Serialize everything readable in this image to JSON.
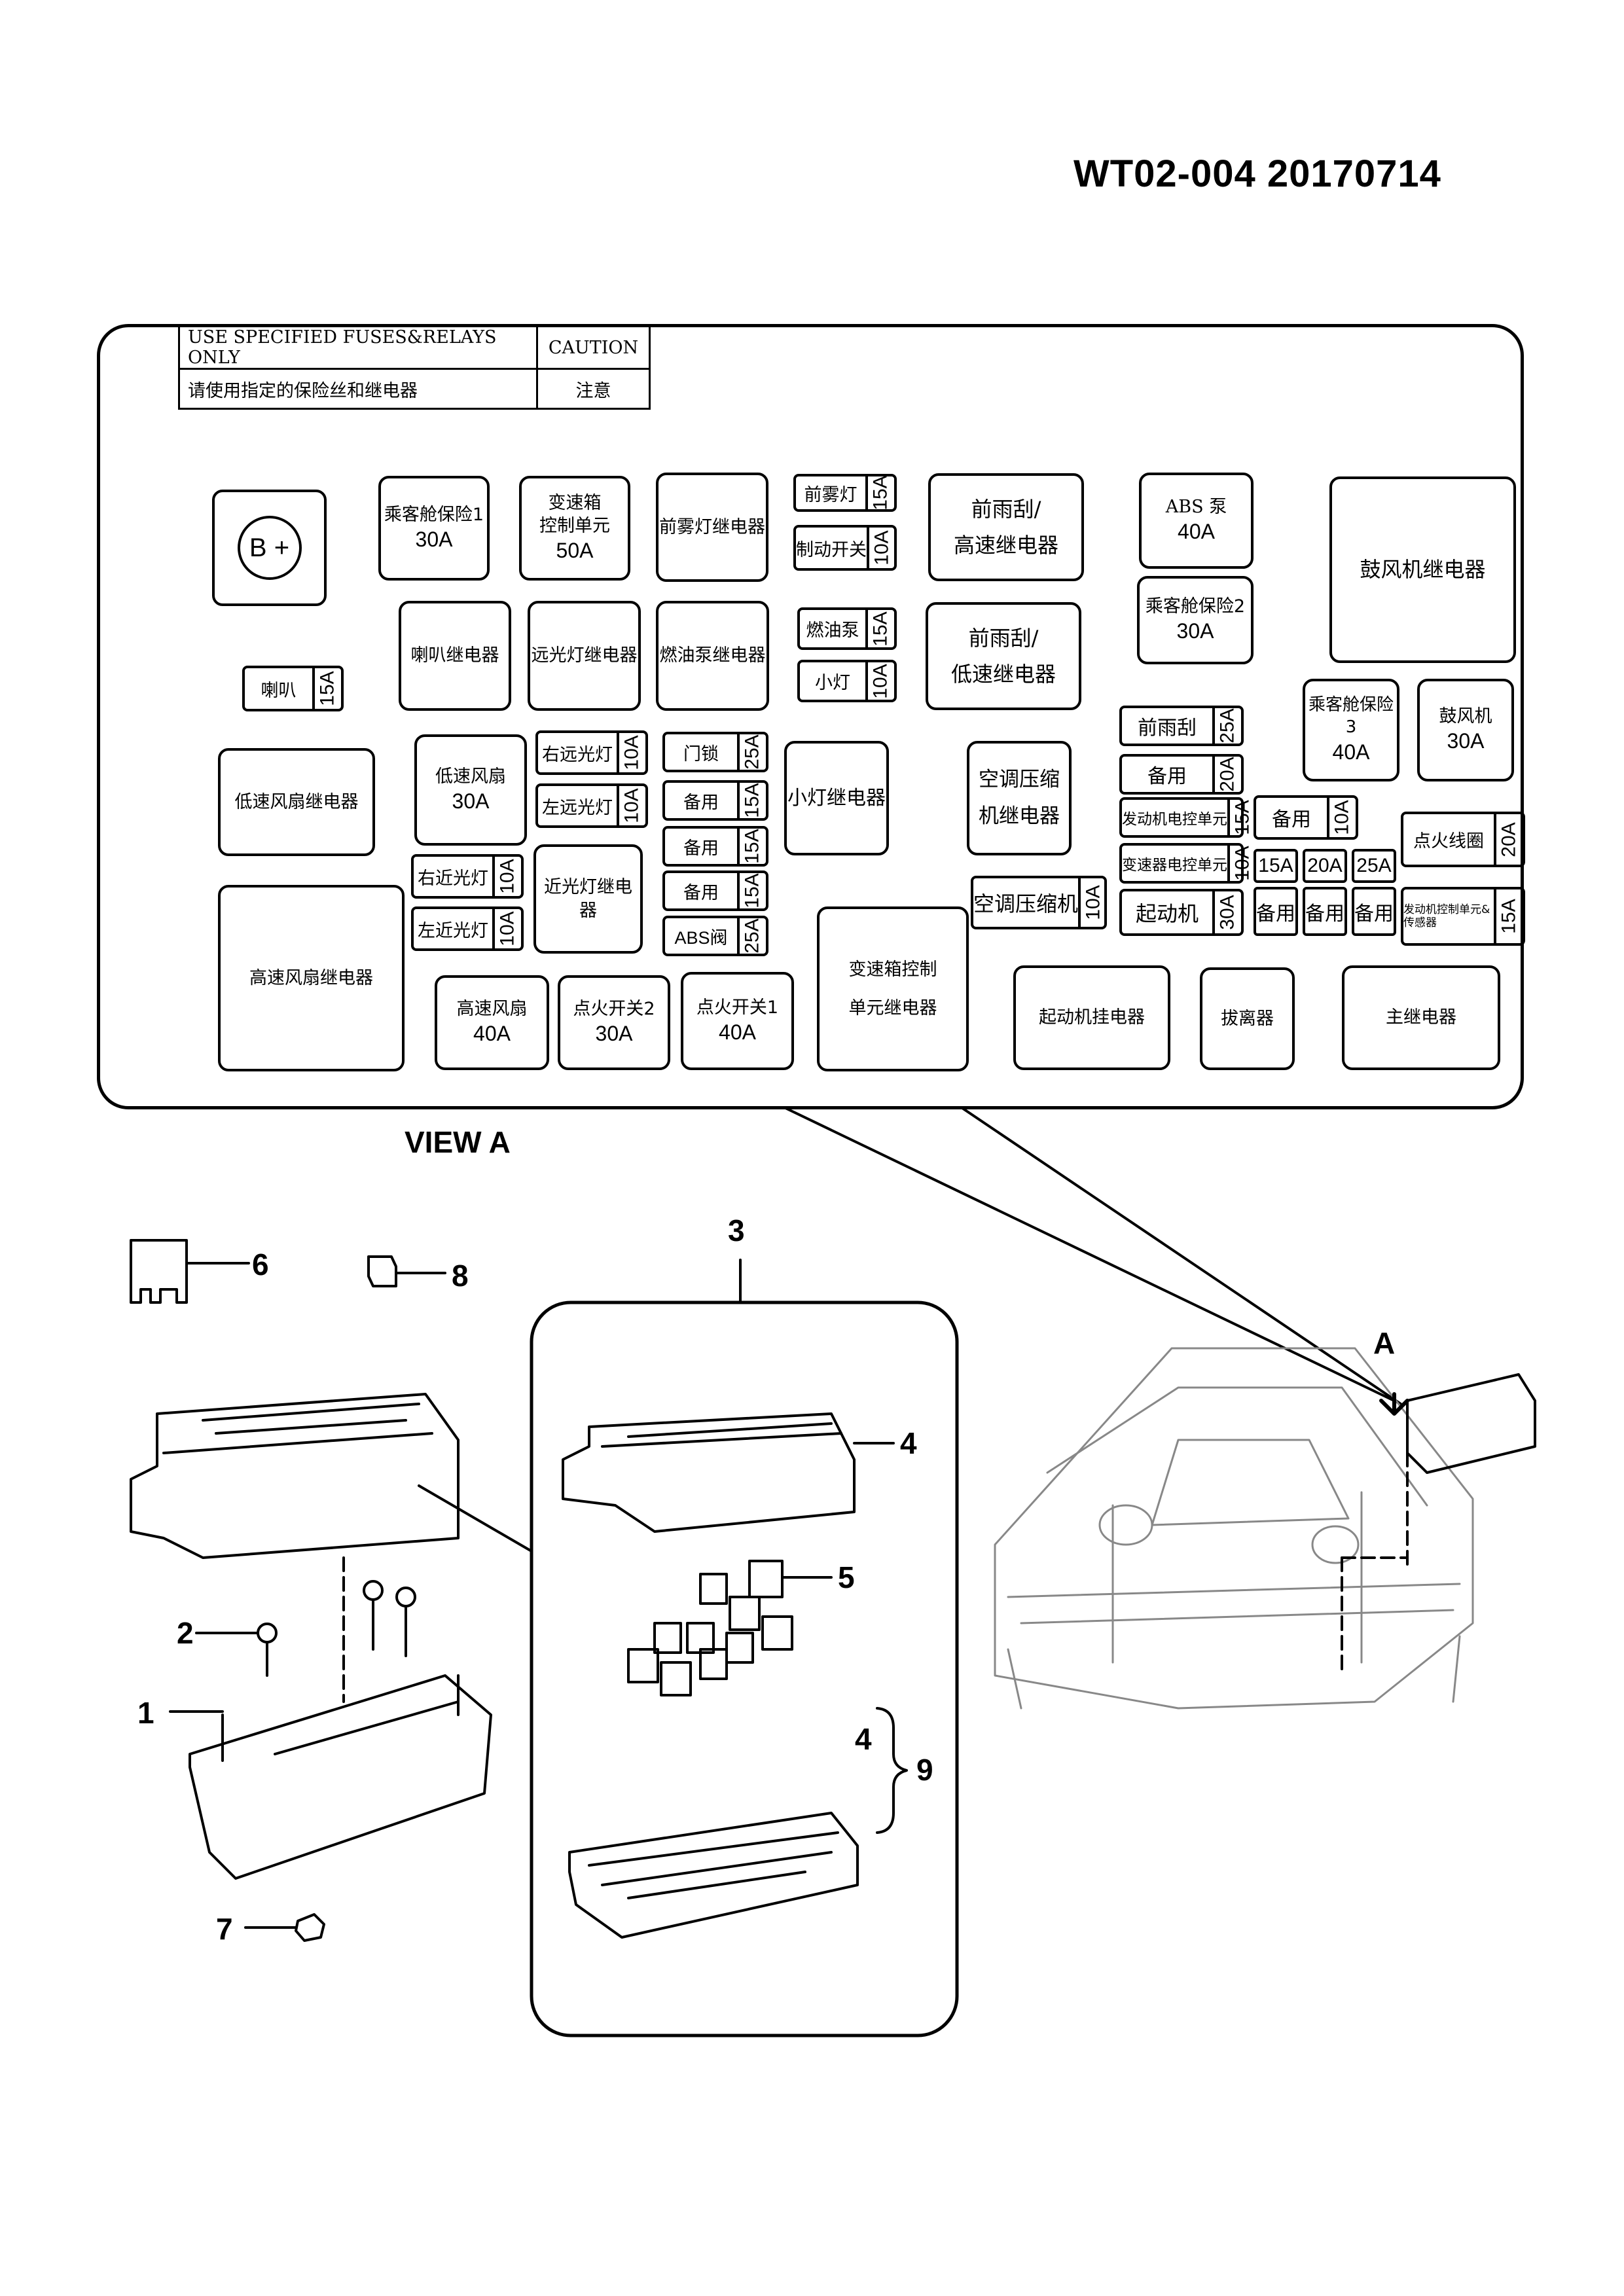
{
  "doc_id": "WT02-004  20170714",
  "caution_table": {
    "en": "USE SPECIFIED FUSES&RELAYS ONLY",
    "en_heading": "CAUTION",
    "zh": "请使用指定的保险丝和继电器",
    "zh_heading": "注意"
  },
  "battery": "B +",
  "relays": [
    {
      "l1": "乘客舱保险1",
      "l2": "30A"
    },
    {
      "l1": "变速箱",
      "l2": "控制单元",
      "l3": "50A"
    },
    {
      "l1": "前雾灯继电器"
    },
    {
      "l1": "前雨刮/",
      "l2": "高速继电器"
    },
    {
      "l1": "ABS 泵",
      "l2": "40A"
    },
    {
      "l1": "鼓风机继电器"
    },
    {
      "l1": "喇叭继电器"
    },
    {
      "l1": "远光灯继电器"
    },
    {
      "l1": "燃油泵继电器"
    },
    {
      "l1": "前雨刮/",
      "l2": "低速继电器"
    },
    {
      "l1": "乘客舱保险2",
      "l2": "30A"
    },
    {
      "l1": "乘客舱保险3",
      "l2": "40A"
    },
    {
      "l1": "鼓风机",
      "l2": "30A"
    },
    {
      "l1": "低速风扇继电器"
    },
    {
      "l1": "低速风扇",
      "l2": "30A"
    },
    {
      "l1": "小灯继电器"
    },
    {
      "l1": "空调压缩",
      "l2": "机继电器"
    },
    {
      "l1": "近光灯继电器"
    },
    {
      "l1": "高速风扇继电器"
    },
    {
      "l1": "高速风扇",
      "l2": "40A"
    },
    {
      "l1": "点火开关2",
      "l2": "30A"
    },
    {
      "l1": "点火开关1",
      "l2": "40A"
    },
    {
      "l1": "变速箱控制",
      "l2": "单元继电器"
    },
    {
      "l1": "起动机挂电器"
    },
    {
      "l1": "拔离器"
    },
    {
      "l1": "主继电器"
    }
  ],
  "fuses": [
    {
      "label": "前雾灯",
      "amp": "15A"
    },
    {
      "label": "制动开关",
      "amp": "10A"
    },
    {
      "label": "燃油泵",
      "amp": "15A"
    },
    {
      "label": "小灯",
      "amp": "10A"
    },
    {
      "label": "喇叭",
      "amp": "15A"
    },
    {
      "label": "右远光灯",
      "amp": "10A"
    },
    {
      "label": "左远光灯",
      "amp": "10A"
    },
    {
      "label": "门锁",
      "amp": "25A"
    },
    {
      "label": "备用",
      "amp": "15A"
    },
    {
      "label": "备用",
      "amp": "15A"
    },
    {
      "label": "备用",
      "amp": "15A"
    },
    {
      "label": "ABS阀",
      "amp": "25A"
    },
    {
      "label": "右近光灯",
      "amp": "10A"
    },
    {
      "label": "左近光灯",
      "amp": "10A"
    },
    {
      "label": "前雨刮",
      "amp": "25A"
    },
    {
      "label": "备用",
      "amp": "20A"
    },
    {
      "label": "发动机电控单元",
      "amp": "15A"
    },
    {
      "label": "变速器电控单元",
      "amp": "10A"
    },
    {
      "label": "起动机",
      "amp": "30A"
    },
    {
      "label": "空调压缩机",
      "amp": "10A"
    },
    {
      "label": "备用",
      "amp": "10A"
    },
    {
      "label": "点火线圈",
      "amp": "20A"
    },
    {
      "label": "发动机控制单元&传感器",
      "amp": "15A"
    }
  ],
  "mini_fuses": [
    {
      "amp": "15A",
      "label": "备用"
    },
    {
      "amp": "20A",
      "label": "备用"
    },
    {
      "amp": "25A",
      "label": "备用"
    }
  ],
  "view_label": "VIEW  A",
  "callouts": {
    "c1": "1",
    "c2": "2",
    "c3": "3",
    "c4a": "4",
    "c4b": "4",
    "c5": "5",
    "c6": "6",
    "c7": "7",
    "c8": "8",
    "c9": "9",
    "cA": "A"
  }
}
